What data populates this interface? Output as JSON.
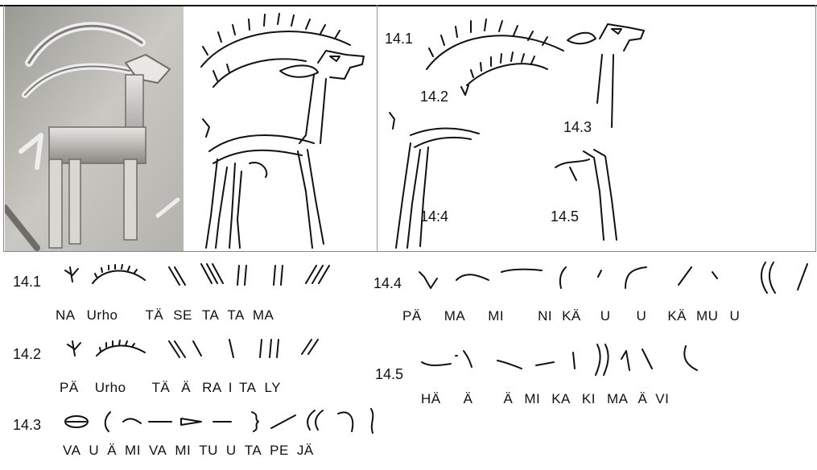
{
  "panel_labels": {
    "p14_1": "14.1",
    "p14_2": "14.2",
    "p14_3": "14.3",
    "p14_4": "14:4",
    "p14_5": "14.5"
  },
  "rows": [
    {
      "id": "14.1",
      "syllables": [
        "NA",
        "Urho",
        "TÄ",
        "SE",
        "TA",
        "TA",
        "MA"
      ]
    },
    {
      "id": "14.2",
      "syllables": [
        "PÄ",
        "Urho",
        "TÄ",
        "Ä",
        "RA",
        "I",
        "TA",
        "LY"
      ]
    },
    {
      "id": "14.3",
      "syllables": [
        "VA",
        "U",
        "Ä",
        "MI",
        "VA",
        "MI",
        "TU",
        "U",
        "TA",
        "PE",
        "JÄ"
      ]
    },
    {
      "id": "14.4",
      "syllables": [
        "PÄ",
        "MA",
        "MI",
        "NI",
        "KÄ",
        "U",
        "U",
        "KÄ",
        "MU",
        "U"
      ]
    },
    {
      "id": "14.5",
      "syllables": [
        "HÄ",
        "Ä",
        "Ä",
        "MI",
        "KA",
        "KI",
        "MA",
        "Ä",
        "VI"
      ]
    }
  ]
}
